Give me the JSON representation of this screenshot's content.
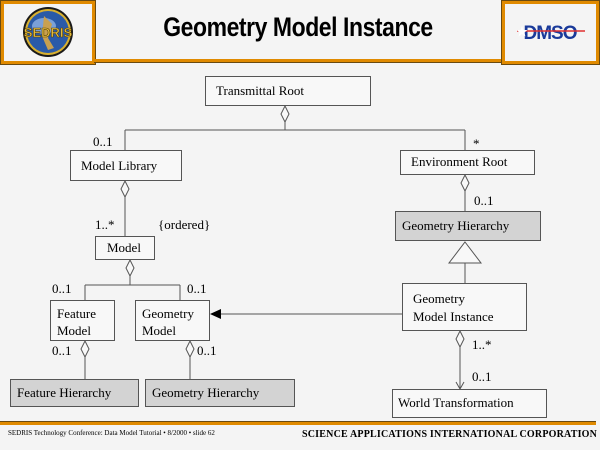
{
  "header": {
    "title": "Geometry Model Instance",
    "left_logo": "SEDRIS",
    "right_logo": "DMSO"
  },
  "diagram": {
    "classes": {
      "transmittal_root": "Transmittal Root",
      "model_library": "Model Library",
      "environment_root": "Environment Root",
      "model": "Model",
      "geometry_hierarchy_top": "Geometry Hierarchy",
      "feature_model_line1": "Feature",
      "feature_model_line2": "Model",
      "geometry_model_line1": "Geometry",
      "geometry_model_line2": "Model",
      "geometry_model_instance_line1": "Geometry",
      "geometry_model_instance_line2": "Model Instance",
      "feature_hierarchy": "Feature Hierarchy",
      "geometry_hierarchy_bottom": "Geometry Hierarchy",
      "world_transformation": "World Transformation"
    },
    "multiplicities": {
      "model_library": "0..1",
      "environment_root": "*",
      "model": "1..*",
      "ordered": "{ordered}",
      "geometry_hierarchy_top": "0..1",
      "feature_model": "0..1",
      "geometry_model": "0..1",
      "feature_hierarchy": "0..1",
      "geometry_hierarchy_bottom": "0..1",
      "gmi_source": "1..*",
      "world_transformation": "0..1"
    }
  },
  "footer": {
    "left": "SEDRIS Technology Conference: Data Model Tutorial • 8/2000 • slide 62",
    "right": "SCIENCE APPLICATIONS INTERNATIONAL CORPORATION"
  },
  "colors": {
    "accent": "#e08a00",
    "shaded_box": "#d3d3d3",
    "background": "#f4f4f4"
  }
}
